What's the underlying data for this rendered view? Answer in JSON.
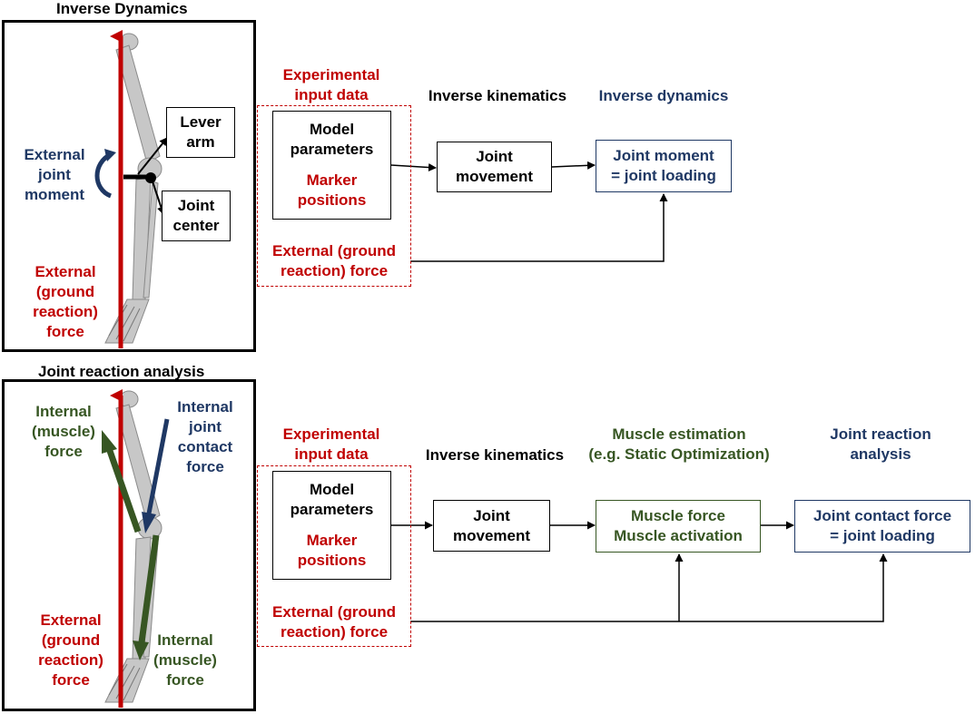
{
  "top": {
    "panel_title": "Inverse Dynamics",
    "leg": {
      "lever_arm": [
        "Lever",
        "arm"
      ],
      "joint_center": [
        "Joint",
        "center"
      ],
      "external_moment": [
        "External",
        "joint",
        "moment"
      ],
      "external_force": [
        "External",
        "(ground",
        "reaction)",
        "force"
      ]
    },
    "flow": {
      "input_heading": [
        "Experimental",
        "input data"
      ],
      "ik_heading": "Inverse kinematics",
      "id_heading": "Inverse dynamics",
      "model_box": {
        "model_parameters": [
          "Model",
          "parameters"
        ],
        "marker_positions": [
          "Marker",
          "positions"
        ]
      },
      "external_force": [
        "External (ground",
        "reaction) force"
      ],
      "joint_movement": [
        "Joint",
        "movement"
      ],
      "joint_moment": [
        "Joint moment",
        "= joint loading"
      ]
    }
  },
  "bottom": {
    "panel_title": "Joint reaction analysis",
    "leg": {
      "internal_muscle_top": [
        "Internal",
        "(muscle)",
        "force"
      ],
      "internal_contact": [
        "Internal",
        "joint",
        "contact",
        "force"
      ],
      "external_force": [
        "External",
        "(ground",
        "reaction)",
        "force"
      ],
      "internal_muscle_bottom": [
        "Internal",
        "(muscle)",
        "force"
      ]
    },
    "flow": {
      "input_heading": [
        "Experimental",
        "input data"
      ],
      "ik_heading": "Inverse kinematics",
      "muscle_heading": [
        "Muscle estimation",
        "(e.g. Static Optimization)"
      ],
      "jra_heading": [
        "Joint reaction",
        "analysis"
      ],
      "model_box": {
        "model_parameters": [
          "Model",
          "parameters"
        ],
        "marker_positions": [
          "Marker",
          "positions"
        ]
      },
      "external_force": [
        "External (ground",
        "reaction) force"
      ],
      "joint_movement": [
        "Joint",
        "movement"
      ],
      "muscle_force": [
        "Muscle force",
        "Muscle activation"
      ],
      "joint_contact": [
        "Joint contact force",
        "= joint loading"
      ]
    }
  },
  "colors": {
    "red": "#c00000",
    "navy": "#1f3864",
    "green": "#375623",
    "bone": "#bdbdbd"
  }
}
